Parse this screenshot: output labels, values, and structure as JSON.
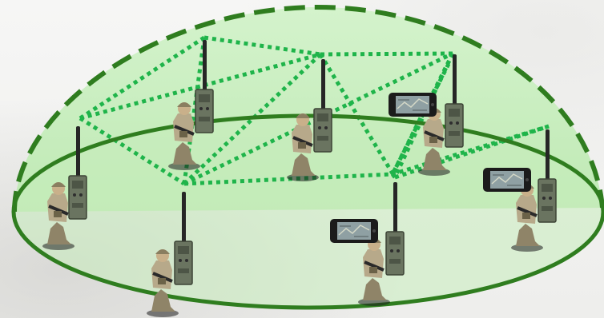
{
  "diagram": {
    "colors": {
      "dome_fill": "#c9efc0",
      "dome_fill_front": "#b8e6ad",
      "dome_outline": "#2f7d1f",
      "mesh_link": "#1fb44a",
      "radio_body": "#5f6a52",
      "antenna": "#2a2a2a",
      "soldier_camo": "#b7a98a"
    },
    "node_ids": [
      "n1",
      "n2",
      "n3",
      "n4",
      "n5",
      "n6",
      "n7",
      "n8",
      "n9"
    ],
    "mesh_links": [
      [
        "n1",
        "n2"
      ],
      [
        "n1",
        "n3"
      ],
      [
        "n1",
        "n4"
      ],
      [
        "n2",
        "n3"
      ],
      [
        "n2",
        "n4"
      ],
      [
        "n3",
        "n4"
      ],
      [
        "n3",
        "n6"
      ],
      [
        "n3",
        "n5"
      ],
      [
        "n4",
        "n5"
      ],
      [
        "n4",
        "n8"
      ],
      [
        "n5",
        "n6"
      ],
      [
        "n5",
        "n8"
      ],
      [
        "n6",
        "n7"
      ],
      [
        "n6",
        "n8"
      ],
      [
        "n7",
        "n8"
      ],
      [
        "n8",
        "n9"
      ]
    ],
    "phone_count": 3,
    "icons": {
      "node": "soldier-with-radio-icon",
      "phone": "smartphone-map-icon"
    }
  }
}
